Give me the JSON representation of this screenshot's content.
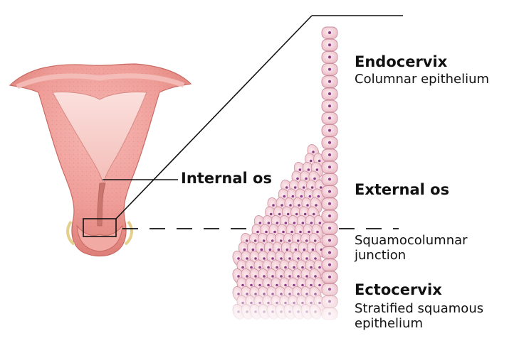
{
  "labels": {
    "internal_os": "Internal os",
    "endocervix": "Endocervix",
    "endocervix_sub": "Columnar epithelium",
    "external_os": "External os",
    "sq_junction": "Squamocolumnar junction",
    "ectocervix": "Ectocervix",
    "ectocervix_sub": "Stratified squamous epithelium"
  },
  "colors": {
    "tissue_light": "#f8c9c6",
    "tissue_mid": "#ef9d98",
    "tissue_dark": "#d9776f",
    "cell_fill": "#f6d6dc",
    "cell_edge": "#c98a9a",
    "nucleus": "#8a3a86",
    "line": "#111111"
  },
  "icons": {
    "uterus": "uterus-illustration",
    "cell_layer": "epithelium-cells"
  }
}
